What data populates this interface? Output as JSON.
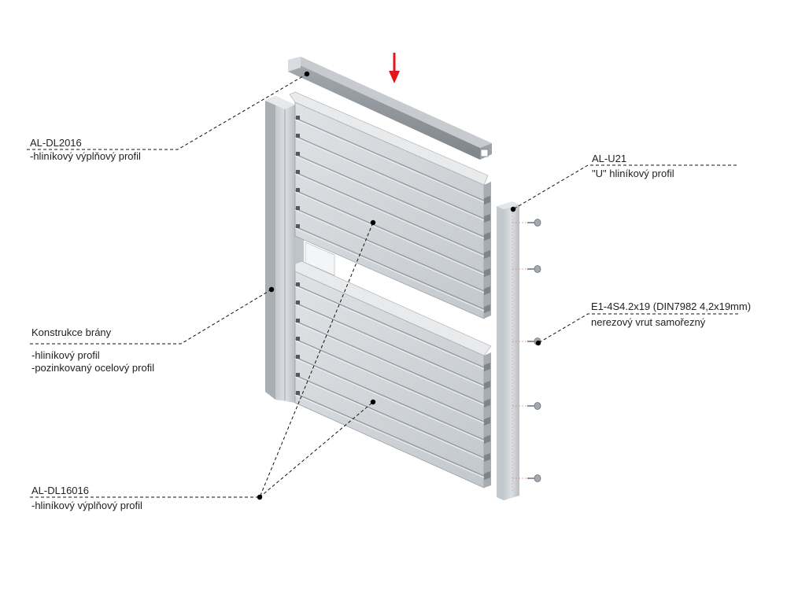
{
  "labels": {
    "dl2016_code": "AL-DL2016",
    "dl2016_desc": "-hliníkový výplňový profil",
    "u21_code": "AL-U21",
    "u21_desc": "\"U\" hliníkový profil",
    "screw_code": "E1-4S4.2x19 (DIN7982 4,2x19mm)",
    "screw_desc": "nerezový vrut samořezný",
    "frame_title": "Konstrukce brány",
    "frame_desc1": "-hliníkový profil",
    "frame_desc2": "-pozinkovaný ocelový profil",
    "dl16016_code": "AL-DL16016",
    "dl16016_desc": "-hliníkový výplňový profil"
  },
  "colors": {
    "arrow": "#e3141b",
    "aluminium_light": "#d4d8dc",
    "aluminium_mid": "#b7bcc1",
    "aluminium_dark": "#8e9499",
    "leader": "#111111",
    "screw_guide": "#e08a8a"
  },
  "icons": {
    "insert_arrow": "down-arrow-icon",
    "screw": "screw-icon"
  }
}
